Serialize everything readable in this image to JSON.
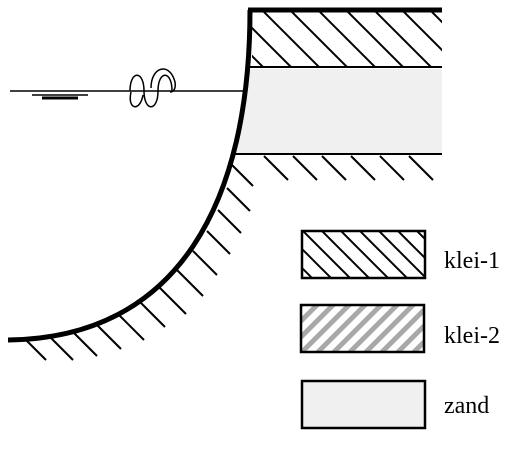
{
  "diagram": {
    "colors": {
      "line": "#000000",
      "sand_fill": "#f0f0f0",
      "clay2_stripe": "#a8a8a8",
      "background": "#ffffff"
    },
    "water_symbol": "water-level-symbol",
    "wave_symbol": "wave-icon"
  },
  "legend": {
    "items": [
      {
        "label": "klei-1",
        "pattern": "black-hatch"
      },
      {
        "label": "klei-2",
        "pattern": "grey-hatch"
      },
      {
        "label": "zand",
        "pattern": "light-grey-fill"
      }
    ]
  }
}
